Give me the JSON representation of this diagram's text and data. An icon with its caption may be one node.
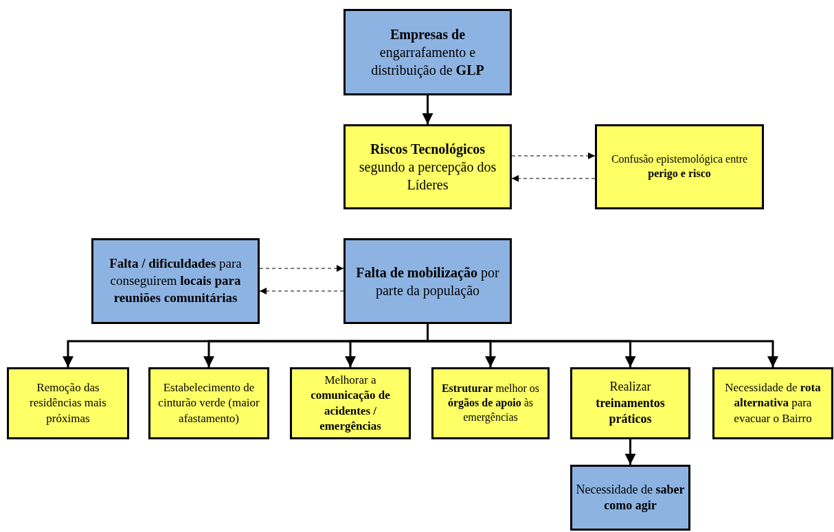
{
  "diagram": {
    "nodes": [
      {
        "text": [
          "**Empresas de** engarrafamento e distribuição de **GLP**"
        ]
      },
      {
        "text": [
          "**Riscos Tecnológicos** segundo a percepção dos Líderes"
        ]
      },
      {
        "text": [
          "Confusão epistemológica entre **perigo e risco**"
        ]
      },
      {
        "text": [
          "**Falta / dificuldades** para conseguirem **locais para reuniões comunitárias**"
        ]
      },
      {
        "text": [
          "**Falta de mobilização** por parte da população"
        ]
      },
      {
        "text": [
          "Remoção das residências mais próximas"
        ]
      },
      {
        "text": [
          "Estabelecimento de cinturão verde (maior afastamento)"
        ]
      },
      {
        "text": [
          "Melhorar a **comunicação de acidentes / emergências**"
        ]
      },
      {
        "text": [
          "**Estruturar** melhor os **órgãos de apoio** às emergências"
        ]
      },
      {
        "text": [
          "Realizar **treinamentos práticos**"
        ]
      },
      {
        "text": [
          "Necessidade de **rota alternativa** para evacuar o Bairro"
        ]
      },
      {
        "text": [
          "Necessidade de **saber como agir**"
        ]
      }
    ],
    "edges": [
      {
        "from": 0,
        "to": 1,
        "arrow": "to"
      },
      {
        "from": 1,
        "to": 2,
        "arrow": "to",
        "style": "dashed"
      },
      {
        "from": 2,
        "to": 1,
        "arrow": "to",
        "style": "dashed"
      },
      {
        "from": 3,
        "to": 4,
        "arrow": "to",
        "style": "dashed"
      },
      {
        "from": 4,
        "to": 3,
        "arrow": "to",
        "style": "dashed"
      },
      {
        "from": 4,
        "to": 5,
        "arrow": "to"
      },
      {
        "from": 4,
        "to": 6,
        "arrow": "to"
      },
      {
        "from": 4,
        "to": 7,
        "arrow": "to"
      },
      {
        "from": 4,
        "to": 8,
        "arrow": "to"
      },
      {
        "from": 4,
        "to": 9,
        "arrow": "to"
      },
      {
        "from": 4,
        "to": 10,
        "arrow": "to"
      },
      {
        "from": 9,
        "to": 11,
        "arrow": "to"
      }
    ]
  }
}
